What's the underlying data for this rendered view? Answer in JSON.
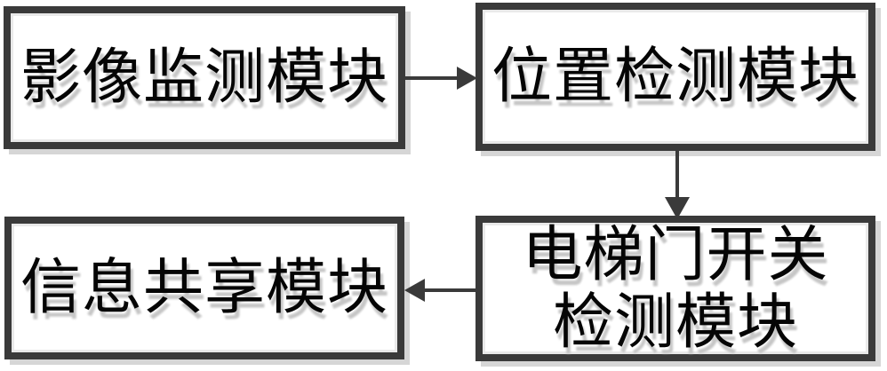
{
  "diagram": {
    "type": "flowchart",
    "background_color": "#ffffff",
    "box_border_color": "#3a3a3a",
    "text_color": "#050505",
    "boxes": [
      {
        "id": "image-monitoring",
        "label": "影像监测模块"
      },
      {
        "id": "position-detection",
        "label": "位置检测模块"
      },
      {
        "id": "door-switch-detection",
        "label": "电梯门开关检测模块"
      },
      {
        "id": "information-sharing",
        "label": "信息共享模块"
      }
    ],
    "arrows": [
      {
        "from": "image-monitoring",
        "to": "position-detection",
        "direction": "right"
      },
      {
        "from": "position-detection",
        "to": "door-switch-detection",
        "direction": "down"
      },
      {
        "from": "door-switch-detection",
        "to": "information-sharing",
        "direction": "left"
      }
    ]
  }
}
